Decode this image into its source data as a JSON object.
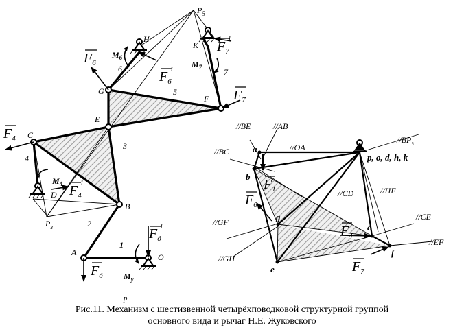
{
  "mechanism": {
    "points": [
      "A",
      "B",
      "C",
      "D",
      "E",
      "F",
      "G",
      "H",
      "K",
      "O"
    ],
    "links": [
      "1",
      "2",
      "3",
      "4",
      "5",
      "6",
      "7"
    ],
    "p3": "P",
    "p3_sub": "з",
    "p5": "P",
    "p5_sub": "5",
    "forces": {
      "F4": {
        "main": "F",
        "sub": "4"
      },
      "F6": {
        "main": "F",
        "sub": "6"
      },
      "F7": {
        "main": "F",
        "sub": "7"
      },
      "F6_sub": {
        "main": "F",
        "sub": "ó"
      },
      "F4i": {
        "main": "F",
        "sub": "4",
        "sup": "1"
      },
      "F6i": {
        "main": "F",
        "sub": "6",
        "sup": "1"
      },
      "F7i": {
        "main": "F",
        "sub": "7",
        "sup": "1"
      },
      "Fob": {
        "main": "F",
        "sub": "ó",
        "sup": "1"
      }
    },
    "moments": {
      "M4": {
        "main": "M",
        "sub": "4"
      },
      "M6": {
        "main": "M",
        "sub": "6"
      },
      "M7": {
        "main": "M",
        "sub": "7"
      },
      "My": {
        "main": "M",
        "sub": "y"
      }
    }
  },
  "plan": {
    "lines": [
      "//BE",
      "//AB",
      "//BC",
      "//OA",
      "//BP",
      "//CD",
      "//HF",
      "//GF",
      "//CE",
      "//EF",
      "//GH"
    ],
    "bp_sub": "з",
    "points": [
      "a",
      "b",
      "g",
      "c",
      "e",
      "f",
      "p, o, d, h, k"
    ],
    "forces": {
      "F1": {
        "main": "F",
        "sub": "1"
      },
      "F6": {
        "main": "F",
        "sub": "6"
      },
      "F4": {
        "main": "F",
        "sub": "4"
      },
      "F7": {
        "main": "F",
        "sub": "7"
      }
    }
  },
  "stray_p": "p",
  "caption": {
    "line1": "Рис.11. Механизм с шестизвенной четырёхповодковой структурной группой",
    "line2": "основного вида и рычаг Н.Е. Жуковского"
  }
}
